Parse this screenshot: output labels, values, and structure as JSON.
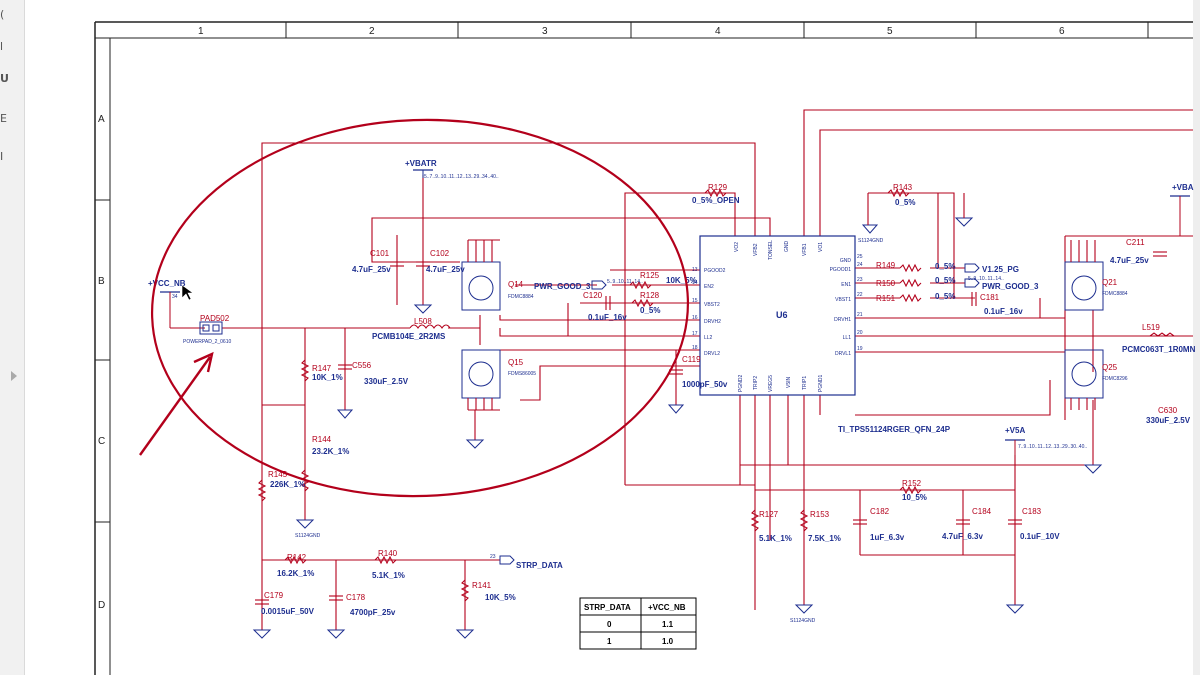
{
  "viewer": {
    "sidebar_glyphs": [
      "(",
      "l",
      "U",
      "E",
      "I"
    ]
  },
  "frame": {
    "columns": [
      "1",
      "2",
      "3",
      "4",
      "5",
      "6"
    ],
    "rows": [
      "A",
      "B",
      "C",
      "D"
    ]
  },
  "components": {
    "vbatr": {
      "net": "+VBATR",
      "pages": "5..7..9..10..11..12..13..29..34..40.."
    },
    "vcc_nb": {
      "net": "+VCC_NB",
      "pin": "34"
    },
    "pad502": {
      "ref": "PAD502",
      "value": "POWERPAD_2_0610"
    },
    "c101": {
      "ref": "C101",
      "value": "4.7uF_25v"
    },
    "c102": {
      "ref": "C102",
      "value": "4.7uF_25v"
    },
    "l508": {
      "ref": "L508",
      "value": "PCMB104E_2R2MS"
    },
    "q14": {
      "ref": "Q14",
      "value": "FDMC8884"
    },
    "q15": {
      "ref": "Q15",
      "value": "FDMS86005"
    },
    "r147": {
      "ref": "R147",
      "value": "10K_1%"
    },
    "c556": {
      "ref": "C556",
      "value": "330uF_2.5V"
    },
    "r144": {
      "ref": "R144",
      "value": "23.2K_1%"
    },
    "r145": {
      "ref": "R145",
      "value": "226K_1%"
    },
    "gnd_left": {
      "net": "S1124GND"
    },
    "r129": {
      "ref": "R129",
      "value": "0_5%_OPEN"
    },
    "r143": {
      "ref": "R143",
      "value": "0_5%"
    },
    "pwr_good_left": {
      "net": "PWR_GOOD_3",
      "pages": "5..9..10..11..14.."
    },
    "r125": {
      "ref": "R125",
      "value": "10K_5%"
    },
    "c120": {
      "ref": "C120",
      "value": "0.1uF_16v"
    },
    "r128": {
      "ref": "R128",
      "value": "0_5%"
    },
    "c119": {
      "ref": "C119",
      "value": "1000pF_50v"
    },
    "u6": {
      "ref": "U6",
      "value": "TI_TPS51124RGER_QFN_24P",
      "gnd_label": "S1124GND",
      "left_pins": [
        "PGOOD2",
        "EN2",
        "VBST2",
        "DRVH2",
        "LL2",
        "DRVL2"
      ],
      "right_pins": [
        "GND",
        "PGOOD1",
        "EN1",
        "VBST1",
        "DRVH1",
        "LL1",
        "DRVL1"
      ],
      "top_pins": [
        "VO2",
        "VFB2",
        "TONSEL",
        "GND",
        "VFB1",
        "VO1"
      ],
      "bottom_pins": [
        "PGND2",
        "TRIP2",
        "VREG5",
        "V5IN",
        "TRIP1",
        "PGND1"
      ],
      "left_numbers": [
        "13",
        "14",
        "15",
        "16",
        "17",
        "18"
      ],
      "right_numbers": [
        "25",
        "24",
        "23",
        "22",
        "21",
        "20",
        "19"
      ]
    },
    "r149": {
      "ref": "R149",
      "value": "0_5%"
    },
    "r150": {
      "ref": "R150",
      "value": "0_5%"
    },
    "r151": {
      "ref": "R151",
      "value": "0_5%"
    },
    "v125_pg": {
      "net": "V1.25_PG"
    },
    "pwr_good_right": {
      "net": "PWR_GOOD_3",
      "pages": "5..9..10..11..14.."
    },
    "c181": {
      "ref": "C181",
      "value": "0.1uF_16v"
    },
    "c211": {
      "ref": "C211",
      "value": "4.7uF_25v"
    },
    "q21": {
      "ref": "Q21",
      "value": "FDMC8884"
    },
    "l519": {
      "ref": "L519",
      "value": "PCMC063T_1R0MN"
    },
    "q25": {
      "ref": "Q25",
      "value": "FDMC8296"
    },
    "c630": {
      "ref": "C630",
      "value": "330uF_2.5V"
    },
    "v5a": {
      "net": "+V5A",
      "pages": "7..9..10..11..12..13..29..30..40.."
    },
    "vbat_right": {
      "net": "+VBA"
    },
    "r152": {
      "ref": "R152",
      "value": "10_5%"
    },
    "r127": {
      "ref": "R127",
      "value": "5.1K_1%"
    },
    "r153": {
      "ref": "R153",
      "value": "7.5K_1%"
    },
    "c182": {
      "ref": "C182",
      "value": "1uF_6.3v"
    },
    "c184": {
      "ref": "C184",
      "value": "4.7uF_6.3v"
    },
    "c183": {
      "ref": "C183",
      "value": "0.1uF_10V"
    },
    "gnd_bottom": {
      "net": "S1124GND"
    },
    "r142": {
      "ref": "R142",
      "value": "16.2K_1%"
    },
    "r140": {
      "ref": "R140",
      "value": "5.1K_1%"
    },
    "r141": {
      "ref": "R141",
      "value": "10K_5%"
    },
    "strp_data": {
      "net": "STRP_DATA",
      "pin": "23"
    },
    "c179": {
      "ref": "C179",
      "value": "0.0015uF_50V"
    },
    "c178": {
      "ref": "C178",
      "value": "4700pF_25v"
    }
  },
  "strap_table": {
    "headers": [
      "STRP_DATA",
      "+VCC_NB"
    ],
    "rows": [
      [
        "0",
        "1.1"
      ],
      [
        "1",
        "1.0"
      ]
    ]
  },
  "annotation": {
    "color": "#b3001b"
  }
}
